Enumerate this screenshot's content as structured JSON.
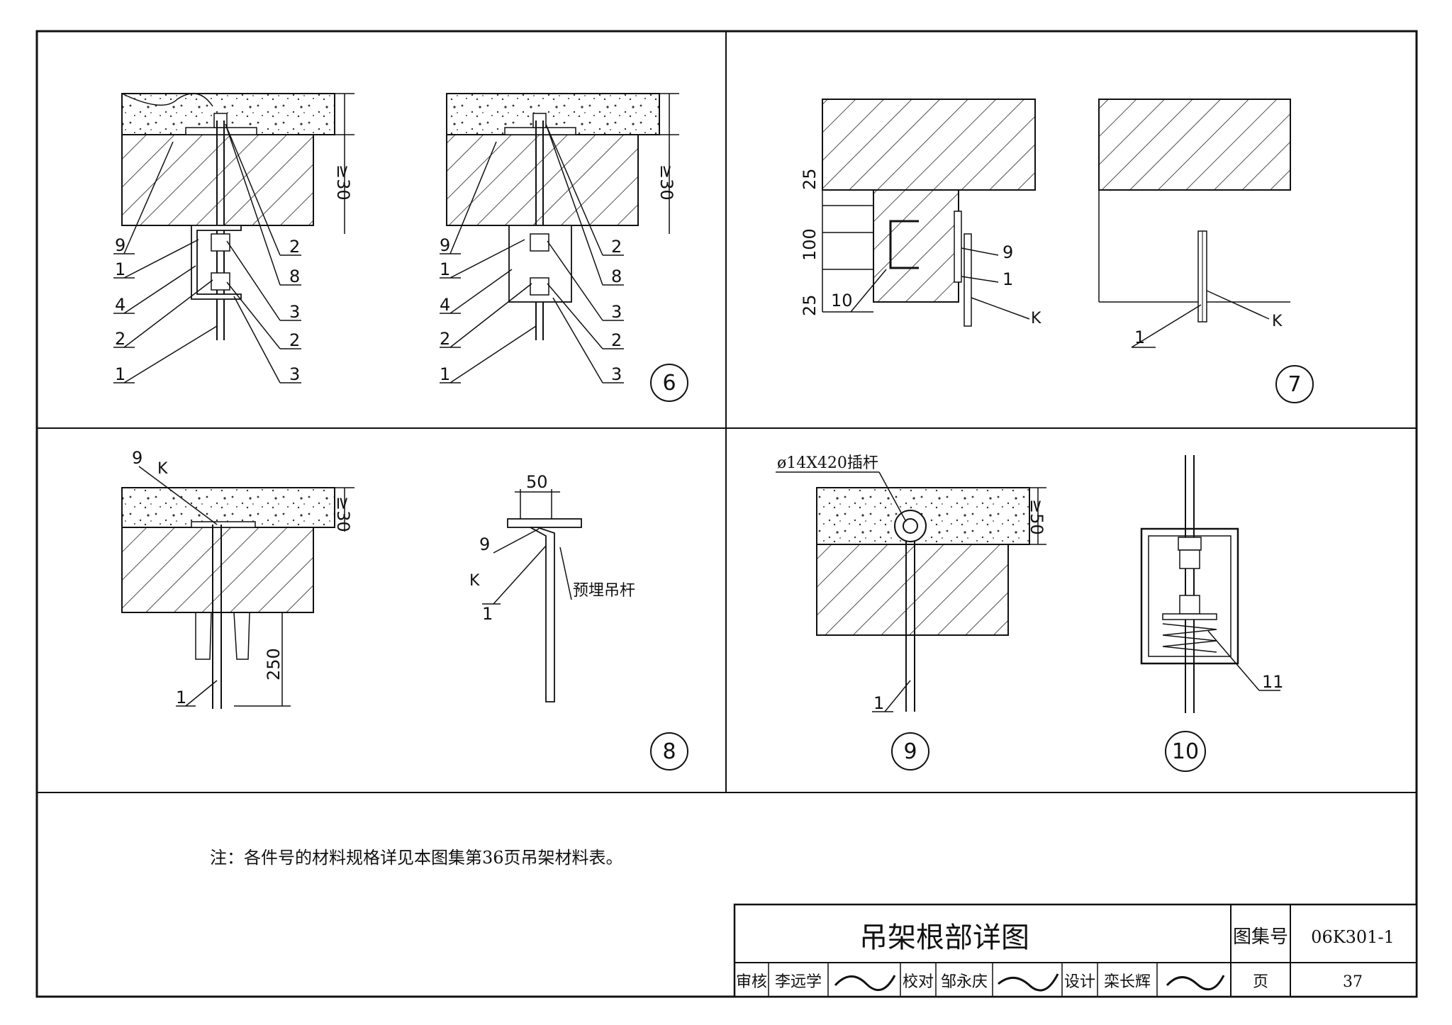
{
  "detail6": {
    "number": "6",
    "dim": "≥30",
    "callouts_left": [
      "9",
      "1",
      "4",
      "2",
      "1"
    ],
    "callouts_right": [
      "2",
      "8",
      "3",
      "2",
      "3"
    ]
  },
  "detail6b": {
    "dim": "≥30",
    "callouts_left": [
      "9",
      "1",
      "4",
      "2",
      "1"
    ],
    "callouts_right": [
      "2",
      "8",
      "3",
      "2",
      "3"
    ]
  },
  "detail7": {
    "number": "7",
    "dims": [
      "25",
      "100",
      "25"
    ],
    "callouts": [
      "9",
      "1",
      "10",
      "1"
    ],
    "weld_mark_a": "K",
    "weld_mark_b": "K"
  },
  "detail8": {
    "number": "8",
    "dim_top": "≥30",
    "dim_side": "250",
    "dim_width": "50",
    "callouts": [
      "9",
      "1",
      "9",
      "1"
    ],
    "weld_mark_a": "K",
    "weld_mark_b": "K",
    "embedded_rod_label": "预埋吊杆"
  },
  "detail9": {
    "number": "9",
    "pin_label": "ø14X420插杆",
    "dim": "≥50",
    "callouts": [
      "1"
    ]
  },
  "detail10": {
    "number": "10",
    "callouts": [
      "11"
    ]
  },
  "note": "注：各件号的材料规格详见本图集第36页吊架材料表。",
  "title_block": {
    "title": "吊架根部详图",
    "atlas_label": "图集号",
    "atlas_no": "06K301-1",
    "review_label": "审核",
    "reviewer": "李远学",
    "check_label": "校对",
    "checker": "邹永庆",
    "design_label": "设计",
    "designer": "栾长辉",
    "page_label": "页",
    "page_no": "37"
  }
}
